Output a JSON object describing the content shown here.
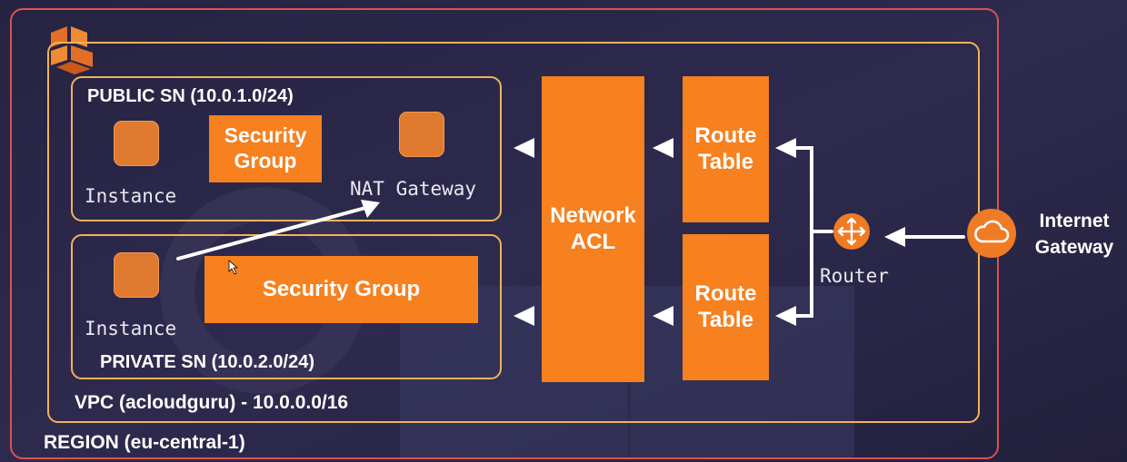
{
  "region": {
    "label": "REGION (eu-central-1)"
  },
  "vpc": {
    "label": "VPC (acloudguru) - 10.0.0.0/16"
  },
  "public_subnet": {
    "label": "PUBLIC SN (10.0.1.0/24)",
    "instance_label": "Instance",
    "security_group_label": "Security\nGroup",
    "nat_gateway_label": "NAT Gateway"
  },
  "private_subnet": {
    "label": "PRIVATE SN (10.0.2.0/24)",
    "instance_label": "Instance",
    "security_group_label": "Security Group"
  },
  "network_acl": {
    "label": "Network\nACL"
  },
  "route_table_public": {
    "label": "Route\nTable"
  },
  "route_table_private": {
    "label": "Route\nTable"
  },
  "router": {
    "label": "Router",
    "icon": "router-icon"
  },
  "internet_gateway": {
    "label": "Internet\nGateway",
    "icon": "cloud-icon"
  },
  "colors": {
    "orange": "#f7801f",
    "region_border": "#d9534f",
    "vpc_border": "#f0b35a",
    "background": "#2a2647"
  }
}
